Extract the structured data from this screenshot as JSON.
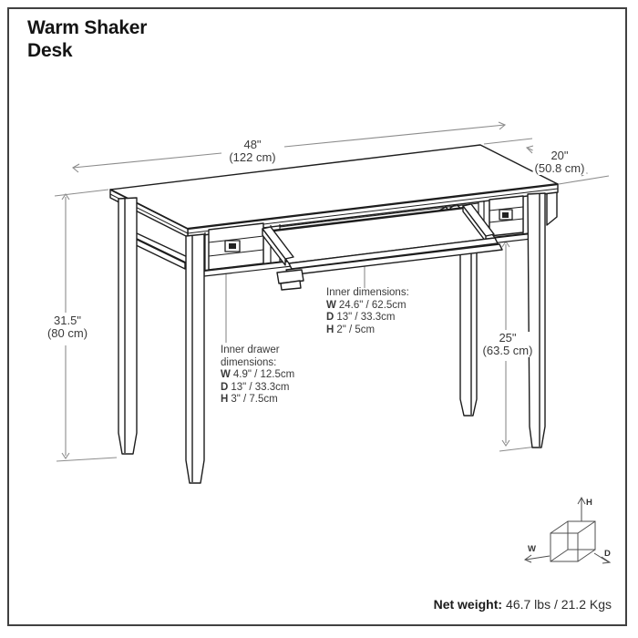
{
  "header": {
    "title_line1": "Warm Shaker",
    "title_line2": "Desk"
  },
  "dimensions": {
    "width": {
      "imperial": "48\"",
      "metric": "(122 cm)"
    },
    "depth": {
      "imperial": "20\"",
      "metric": "(50.8 cm)"
    },
    "height": {
      "imperial": "31.5\"",
      "metric": "(80 cm)"
    },
    "floor_clearance": {
      "imperial": "25\"",
      "metric": "(63.5 cm)"
    }
  },
  "inner_dimensions": {
    "title": "Inner dimensions:",
    "rows": [
      {
        "label": "W",
        "value": "24.6\" / 62.5cm"
      },
      {
        "label": "D",
        "value": "13\" / 33.3cm"
      },
      {
        "label": "H",
        "value": "2\" / 5cm"
      }
    ]
  },
  "inner_drawer_dimensions": {
    "title_line1": "Inner drawer",
    "title_line2": "dimensions:",
    "rows": [
      {
        "label": "W",
        "value": "4.9\" / 12.5cm"
      },
      {
        "label": "D",
        "value": "13\" / 33.3cm"
      },
      {
        "label": "H",
        "value": "3\" / 7.5cm"
      }
    ]
  },
  "net_weight": {
    "label": "Net weight:",
    "value": "46.7 lbs / 21.2 Kgs"
  },
  "axis_indicator": {
    "width_label": "W",
    "depth_label": "D",
    "height_label": "H"
  },
  "colors": {
    "background": "#ffffff",
    "border": "#414141",
    "ink": "#1d1d1d",
    "dimension_lines": "#8c8c8c",
    "label_text": "#3a3a3a"
  }
}
